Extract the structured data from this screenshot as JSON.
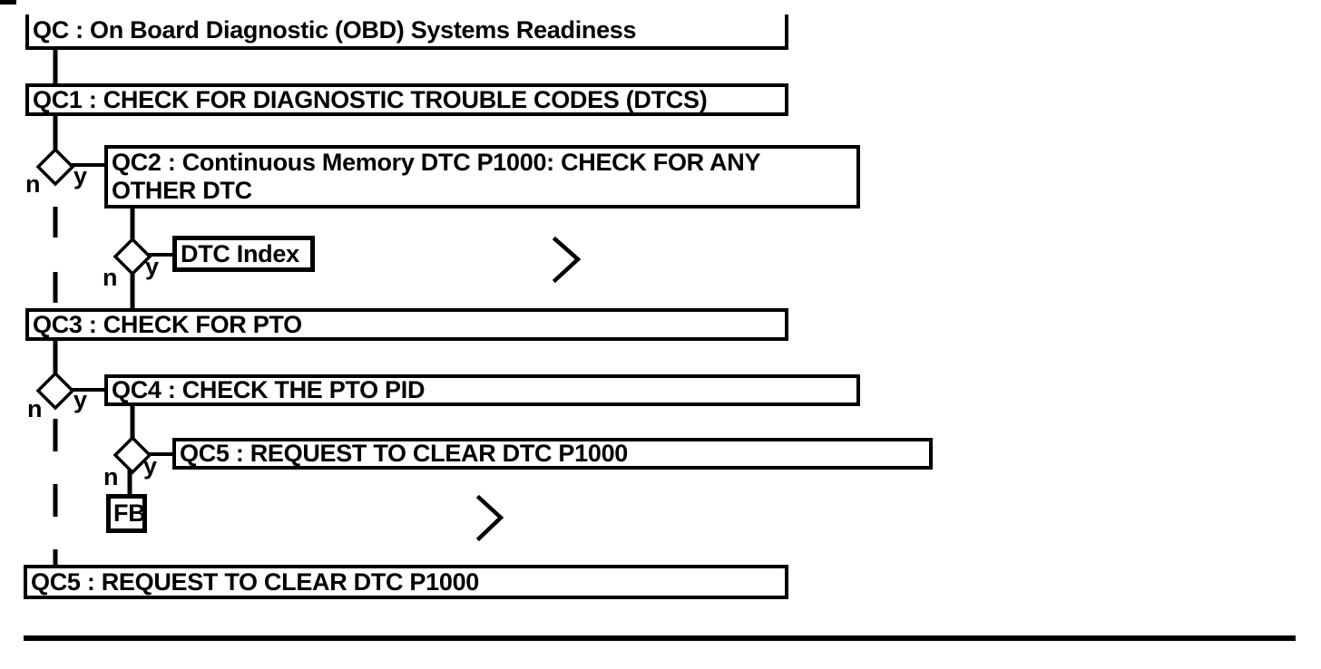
{
  "diagram": {
    "title": "QC : On Board Diagnostic (OBD) Systems Readiness",
    "nodes": {
      "qc": {
        "label": "QC : On Board Diagnostic (OBD) Systems Readiness"
      },
      "qc1": {
        "label": "QC1 : CHECK FOR DIAGNOSTIC TROUBLE CODES (DTCS)"
      },
      "qc2": {
        "label": "QC2 : Continuous Memory DTC P1000: CHECK FOR ANY\nOTHER DTC"
      },
      "dtc_index": {
        "label": "DTC Index"
      },
      "qc3": {
        "label": "QC3 : CHECK FOR PTO"
      },
      "qc4": {
        "label": "QC4 : CHECK THE PTO PID"
      },
      "qc5_branch": {
        "label": "QC5 : REQUEST TO CLEAR DTC P1000"
      },
      "fb": {
        "label": "FB"
      },
      "qc5_final": {
        "label": "QC5 : REQUEST TO CLEAR DTC P1000"
      }
    },
    "branch_labels": {
      "yes": "y",
      "no": "n"
    },
    "connector_icons": {
      "continue": "chevron-right"
    },
    "colors": {
      "line": "#000000",
      "background": "#ffffff",
      "text": "#000000"
    }
  }
}
